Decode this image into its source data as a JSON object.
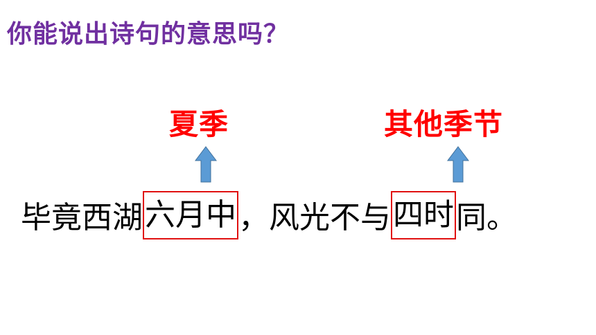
{
  "question": "你能说出诗句的意思吗？",
  "labels": {
    "left": "夏季",
    "right": "其他季节"
  },
  "poem": {
    "part1": "毕竟西湖",
    "boxed1": "六月中",
    "part2": "，风光不与",
    "boxed2": "四时",
    "part3": "同。"
  },
  "colors": {
    "question": "#7030a0",
    "label": "#ff0000",
    "box_border": "#e01010",
    "arrow": "#5b9bd5"
  },
  "icons": {
    "arrow": "up-arrow-icon"
  }
}
